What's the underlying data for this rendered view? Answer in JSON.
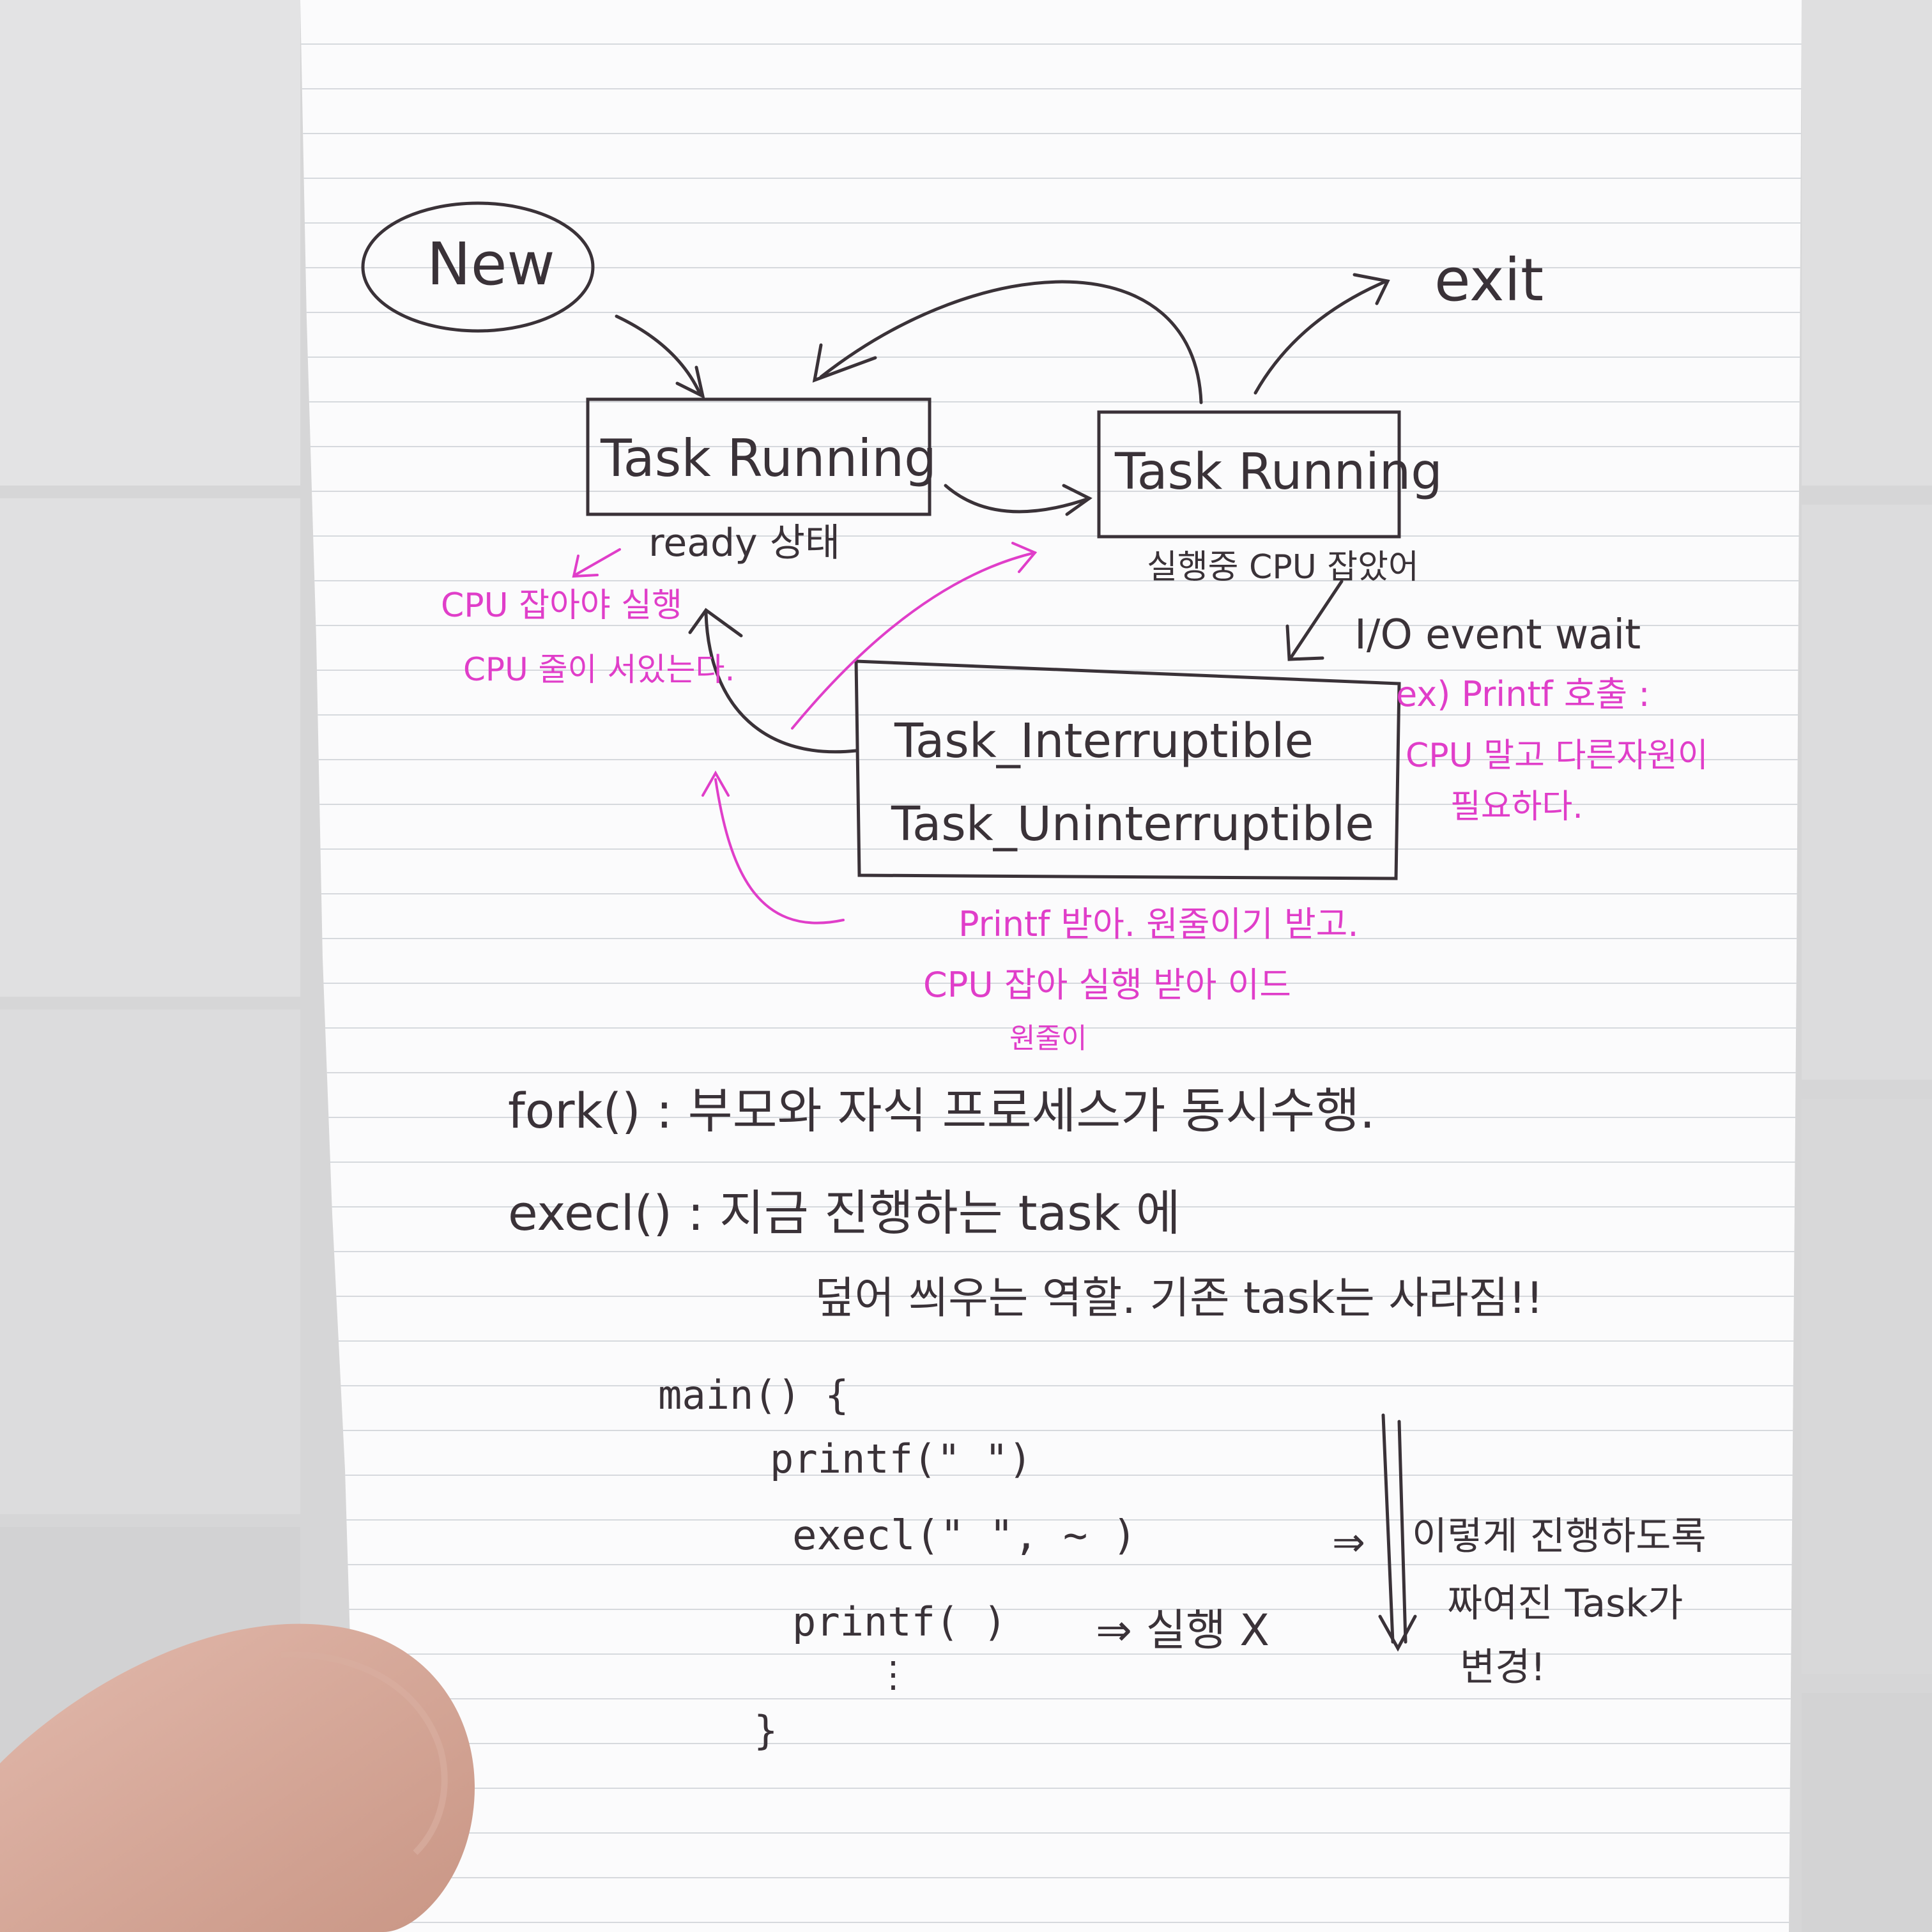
{
  "notebook": {
    "diagram": {
      "new_state": "New",
      "ready_state": "Task Running",
      "running_state": "Task Running",
      "exit_state": "exit",
      "ready_caption": "ready 상태",
      "running_caption": "실행중 CPU 잡았어",
      "sleep_state_1": "Task_Interruptible",
      "sleep_state_2": "Task_Uninterruptible",
      "io_label": "I/O event wait",
      "io_example": "ex) Printf 호출 :",
      "io_note_line1": "CPU 말고 다른자원이",
      "io_note_line2": "필요하다.",
      "ready_note_line1": "CPU 잡아야 실행",
      "ready_note_line2": "CPU 줄이 서있는다.",
      "wake_note_line1": "Printf 받아. 원줄이기 받고.",
      "wake_note_line2": "CPU 잡아 실행 받아 이드",
      "wake_note_line3": "원줄이"
    },
    "notes": {
      "fork_line": "fork() : 부모와 자식 프로세스가 동시수행.",
      "execl_line1": "execl() :  지금 진행하는 task 에",
      "execl_line2": "덮어 씌우는 역할. 기존 task는 사라짐!!"
    },
    "code": {
      "line1": "main() {",
      "line2": "printf(\"    \")",
      "line3": "execl(\"    \", ~ )",
      "line4": "printf( )",
      "line5": "⋮",
      "line6": "}",
      "arrow_to_result": "⇒ 실행 X",
      "arrow_to_note": "⇒",
      "side_note_line1": "이렇게 진행하도록",
      "side_note_line2": "짜여진 Task가",
      "side_note_line3": "변경!"
    }
  }
}
